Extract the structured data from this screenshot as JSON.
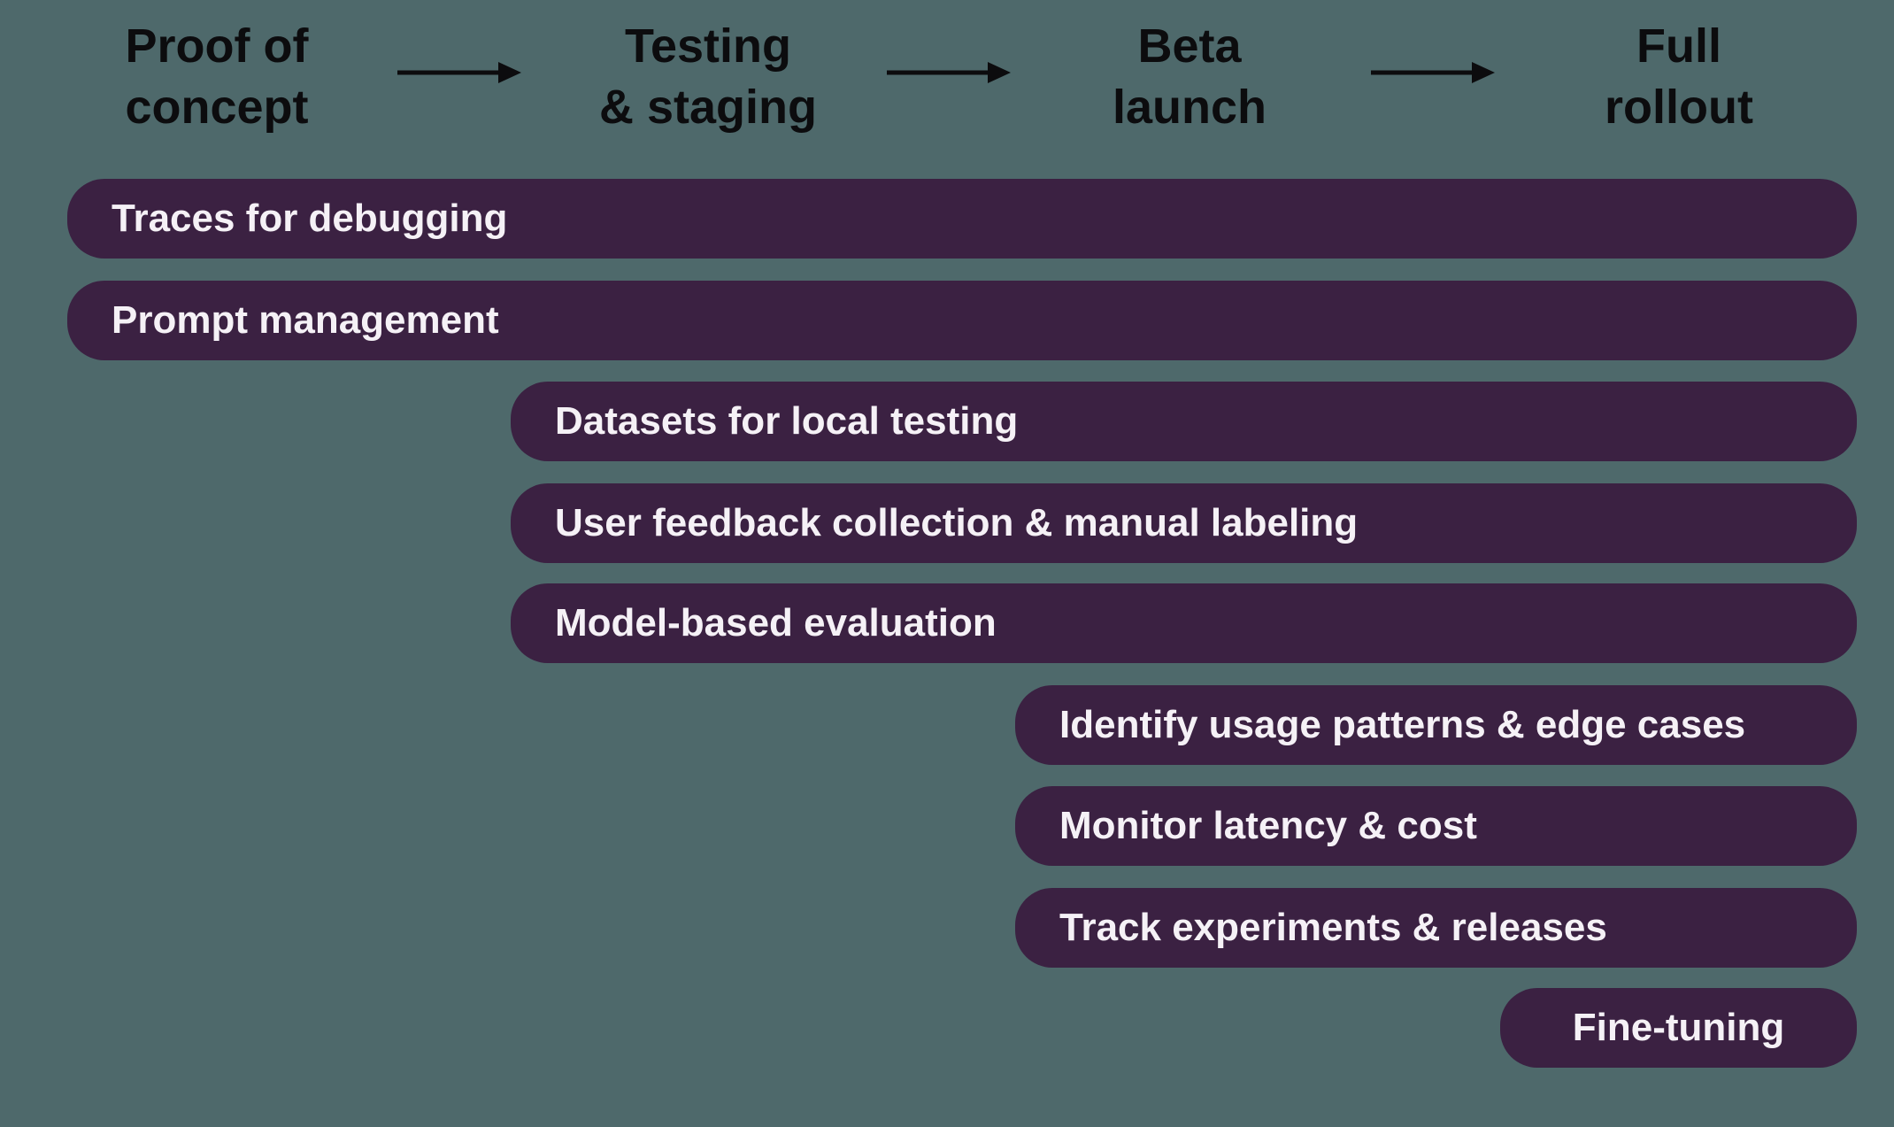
{
  "colors": {
    "background": "#4e696b",
    "bar": "#3b2142",
    "bar_text": "#f5f1f6",
    "header_text": "#0c0c0e"
  },
  "stages": [
    {
      "id": "proof-of-concept",
      "label": "Proof of\nconcept"
    },
    {
      "id": "testing-staging",
      "label": "Testing\n& staging"
    },
    {
      "id": "beta-launch",
      "label": "Beta\nlaunch"
    },
    {
      "id": "full-rollout",
      "label": "Full\nrollout"
    }
  ],
  "bars": [
    {
      "label": "Traces for debugging",
      "starts_at": "Proof of concept",
      "ends_at": "Full rollout"
    },
    {
      "label": "Prompt management",
      "starts_at": "Proof of concept",
      "ends_at": "Full rollout"
    },
    {
      "label": "Datasets for local testing",
      "starts_at": "Testing & staging",
      "ends_at": "Full rollout"
    },
    {
      "label": "User feedback collection & manual labeling",
      "starts_at": "Testing & staging",
      "ends_at": "Full rollout"
    },
    {
      "label": "Model-based evaluation",
      "starts_at": "Testing & staging",
      "ends_at": "Full rollout"
    },
    {
      "label": "Identify usage patterns & edge cases",
      "starts_at": "Beta launch",
      "ends_at": "Full rollout"
    },
    {
      "label": "Monitor latency & cost",
      "starts_at": "Beta launch",
      "ends_at": "Full rollout"
    },
    {
      "label": "Track experiments & releases",
      "starts_at": "Beta launch",
      "ends_at": "Full rollout"
    },
    {
      "label": "Fine-tuning",
      "starts_at": "Full rollout",
      "ends_at": "Full rollout"
    }
  ]
}
